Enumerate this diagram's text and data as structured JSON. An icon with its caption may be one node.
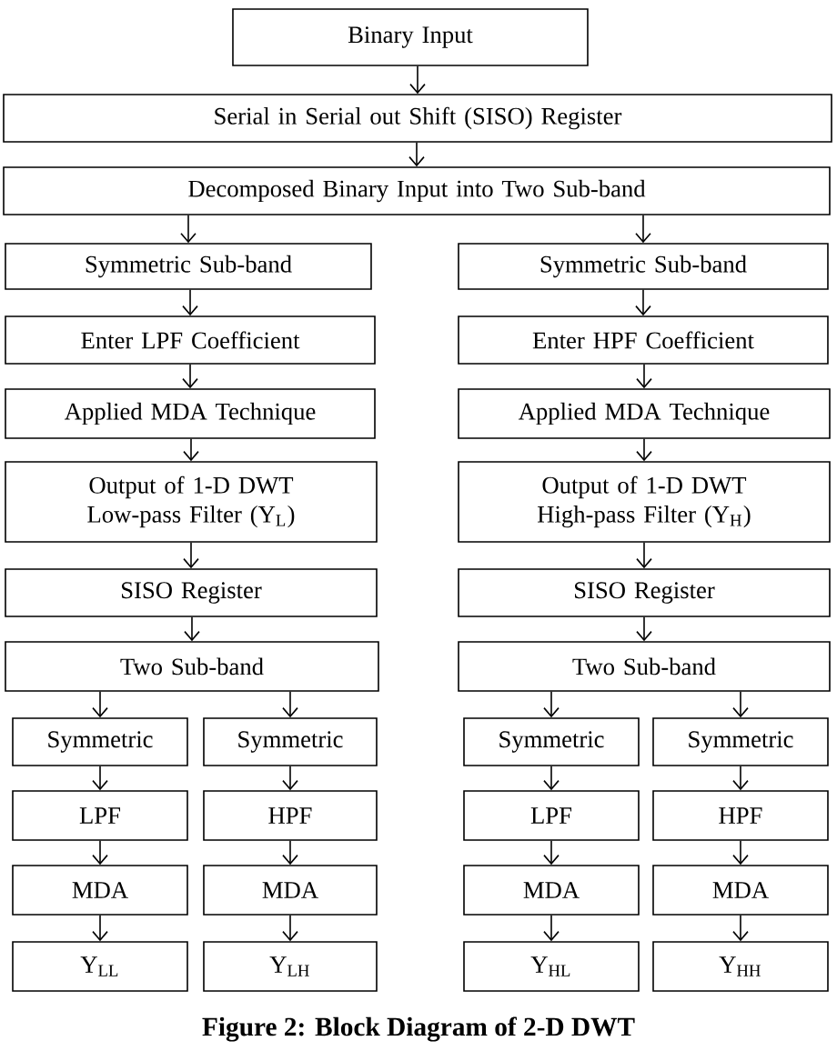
{
  "diagram": {
    "caption": "Figure 2: Block Diagram of 2-D DWT",
    "nodes": [
      {
        "text": [
          "Binary Input"
        ]
      },
      {
        "text": [
          "Serial in Serial out Shift (SISO) Register"
        ]
      },
      {
        "text": [
          "Decomposed Binary Input into Two Sub-band"
        ]
      },
      {
        "text": [
          "Symmetric Sub-band"
        ]
      },
      {
        "text": [
          "Symmetric Sub-band"
        ]
      },
      {
        "text": [
          "Enter LPF Coefficient"
        ]
      },
      {
        "text": [
          "Enter HPF Coefficient"
        ]
      },
      {
        "text": [
          "Applied MDA Technique"
        ]
      },
      {
        "text": [
          "Applied MDA Technique"
        ]
      },
      {
        "text": [
          "Output of 1-D DWT Low-pass Filter (Y$_{L}$)"
        ]
      },
      {
        "text": [
          "Output of 1-D DWT High-pass Filter (Y$_{H}$)"
        ]
      },
      {
        "text": [
          "SISO Register"
        ]
      },
      {
        "text": [
          "SISO Register"
        ]
      },
      {
        "text": [
          "Two Sub-band"
        ]
      },
      {
        "text": [
          "Two Sub-band"
        ]
      },
      {
        "text": [
          "Symmetric"
        ]
      },
      {
        "text": [
          "Symmetric"
        ]
      },
      {
        "text": [
          "Symmetric"
        ]
      },
      {
        "text": [
          "Symmetric"
        ]
      },
      {
        "text": [
          "LPF"
        ]
      },
      {
        "text": [
          "HPF"
        ]
      },
      {
        "text": [
          "LPF"
        ]
      },
      {
        "text": [
          "HPF"
        ]
      },
      {
        "text": [
          "MDA"
        ]
      },
      {
        "text": [
          "MDA"
        ]
      },
      {
        "text": [
          "MDA"
        ]
      },
      {
        "text": [
          "MDA"
        ]
      },
      {
        "text": [
          "Y$_{LL}$"
        ]
      },
      {
        "text": [
          "Y$_{LH}$"
        ]
      },
      {
        "text": [
          "Y$_{HL}$"
        ]
      },
      {
        "text": [
          "Y$_{HH}$"
        ]
      }
    ],
    "edges": [
      {
        "from": 0,
        "to": 1,
        "arrow": "to"
      },
      {
        "from": 1,
        "to": 2,
        "arrow": "to"
      },
      {
        "from": 2,
        "to": 3,
        "arrow": "to"
      },
      {
        "from": 2,
        "to": 4,
        "arrow": "to"
      },
      {
        "from": 3,
        "to": 5,
        "arrow": "to"
      },
      {
        "from": 4,
        "to": 6,
        "arrow": "to"
      },
      {
        "from": 5,
        "to": 7,
        "arrow": "to"
      },
      {
        "from": 6,
        "to": 8,
        "arrow": "to"
      },
      {
        "from": 7,
        "to": 9,
        "arrow": "to"
      },
      {
        "from": 8,
        "to": 10,
        "arrow": "to"
      },
      {
        "from": 9,
        "to": 11,
        "arrow": "to"
      },
      {
        "from": 10,
        "to": 12,
        "arrow": "to"
      },
      {
        "from": 11,
        "to": 13,
        "arrow": "to"
      },
      {
        "from": 12,
        "to": 14,
        "arrow": "to"
      },
      {
        "from": 13,
        "to": 15,
        "arrow": "to"
      },
      {
        "from": 13,
        "to": 16,
        "arrow": "to"
      },
      {
        "from": 14,
        "to": 17,
        "arrow": "to"
      },
      {
        "from": 14,
        "to": 18,
        "arrow": "to"
      },
      {
        "from": 15,
        "to": 19,
        "arrow": "to"
      },
      {
        "from": 16,
        "to": 20,
        "arrow": "to"
      },
      {
        "from": 17,
        "to": 21,
        "arrow": "to"
      },
      {
        "from": 18,
        "to": 22,
        "arrow": "to"
      },
      {
        "from": 19,
        "to": 23,
        "arrow": "to"
      },
      {
        "from": 20,
        "to": 24,
        "arrow": "to"
      },
      {
        "from": 21,
        "to": 25,
        "arrow": "to"
      },
      {
        "from": 22,
        "to": 26,
        "arrow": "to"
      },
      {
        "from": 23,
        "to": 27,
        "arrow": "to"
      },
      {
        "from": 24,
        "to": 28,
        "arrow": "to"
      },
      {
        "from": 25,
        "to": 29,
        "arrow": "to"
      },
      {
        "from": 26,
        "to": 30,
        "arrow": "to"
      }
    ]
  }
}
